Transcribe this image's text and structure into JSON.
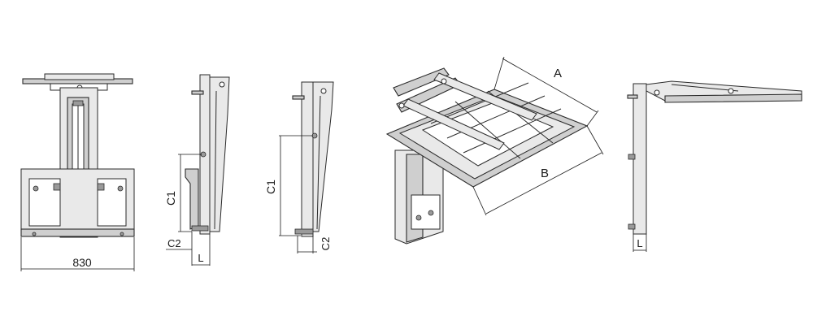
{
  "labels": {
    "width_830": "830",
    "c1_side1": "C1",
    "c2_side1": "C2",
    "l_side1": "L",
    "c1_side2": "C1",
    "c2_side2": "C2",
    "a_iso": "A",
    "b_iso": "B",
    "l_right": "L"
  }
}
